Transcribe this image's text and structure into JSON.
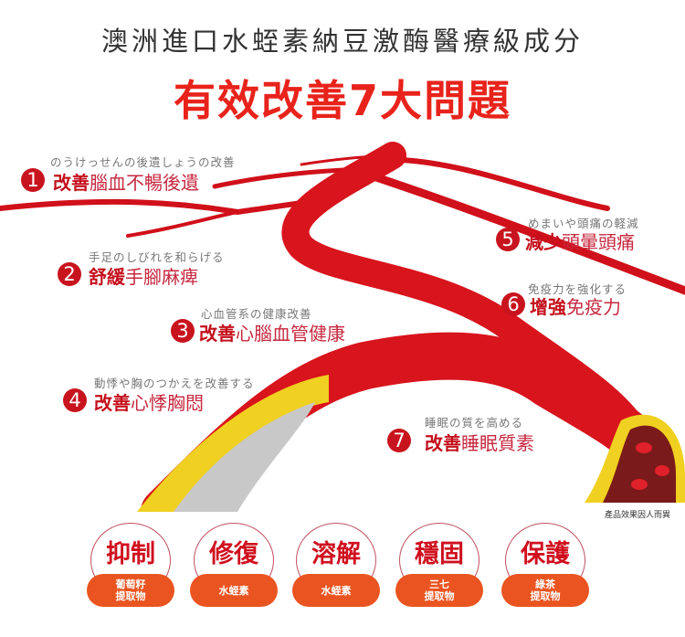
{
  "title": "澳洲進口水蛭素納豆激酶醫療級成分",
  "headline": "有效改善7大問題",
  "items": [
    {
      "num": "1",
      "sub": "のうけっせんの後遺しょうの改善",
      "bold": "改善",
      "rest": "腦血不暢後遺"
    },
    {
      "num": "2",
      "sub": "手足のしびれを和らげる",
      "bold": "舒緩",
      "rest": "手腳麻痺"
    },
    {
      "num": "3",
      "sub": "心血管系の健康改善",
      "bold": "改善",
      "rest": "心腦血管健康"
    },
    {
      "num": "4",
      "sub": "動悸や胸のつかえを改善する",
      "bold": "改善",
      "rest": "心悸胸悶"
    },
    {
      "num": "5",
      "sub": "めまいや頭痛の軽減",
      "bold": "減少",
      "rest": "頭暈頭痛"
    },
    {
      "num": "6",
      "sub": "免疫力を強化する",
      "bold": "增強",
      "rest": "免疫力"
    },
    {
      "num": "7",
      "sub": "睡眠の質を高める",
      "bold": "改善",
      "rest": "睡眠質素"
    }
  ],
  "note": "產品效果因人而異",
  "badges": [
    {
      "title": "抑制",
      "ingredient": "葡萄籽\n提取物"
    },
    {
      "title": "修復",
      "ingredient": "水蛭素"
    },
    {
      "title": "溶解",
      "ingredient": "水蛭素"
    },
    {
      "title": "穩固",
      "ingredient": "三七\n提取物"
    },
    {
      "title": "保護",
      "ingredient": "綠茶\n提取物"
    }
  ]
}
